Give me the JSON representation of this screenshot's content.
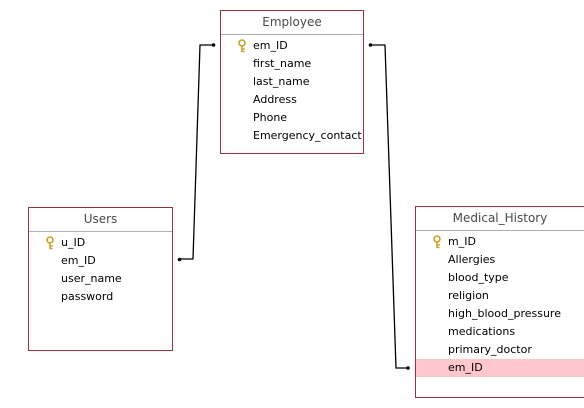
{
  "tables": {
    "employee": {
      "title": "Employee",
      "fields": [
        {
          "name": "em_ID",
          "key": true
        },
        {
          "name": "first_name",
          "key": false
        },
        {
          "name": "last_name",
          "key": false
        },
        {
          "name": "Address",
          "key": false
        },
        {
          "name": "Phone",
          "key": false
        },
        {
          "name": "Emergency_contact",
          "key": false
        }
      ]
    },
    "users": {
      "title": "Users",
      "fields": [
        {
          "name": "u_ID",
          "key": true
        },
        {
          "name": "em_ID",
          "key": false
        },
        {
          "name": "user_name",
          "key": false
        },
        {
          "name": "password",
          "key": false
        }
      ]
    },
    "medical_history": {
      "title": "Medical_History",
      "fields": [
        {
          "name": "m_ID",
          "key": true
        },
        {
          "name": "Allergies",
          "key": false
        },
        {
          "name": "blood_type",
          "key": false
        },
        {
          "name": "religion",
          "key": false
        },
        {
          "name": "high_blood_pressure",
          "key": false
        },
        {
          "name": "medications",
          "key": false
        },
        {
          "name": "primary_doctor",
          "key": false
        },
        {
          "name": "em_ID",
          "key": false,
          "selected": true
        }
      ]
    }
  },
  "relationships": [
    {
      "from": "users.em_ID",
      "to": "employee.em_ID"
    },
    {
      "from": "medical_history.em_ID",
      "to": "employee.em_ID"
    }
  ],
  "colors": {
    "table_border": "#9b2f3e",
    "selected_row": "#ffc6cc",
    "key_icon": "#c9a227",
    "connector": "#000000"
  },
  "icons": {
    "primary_key": "key-icon"
  }
}
